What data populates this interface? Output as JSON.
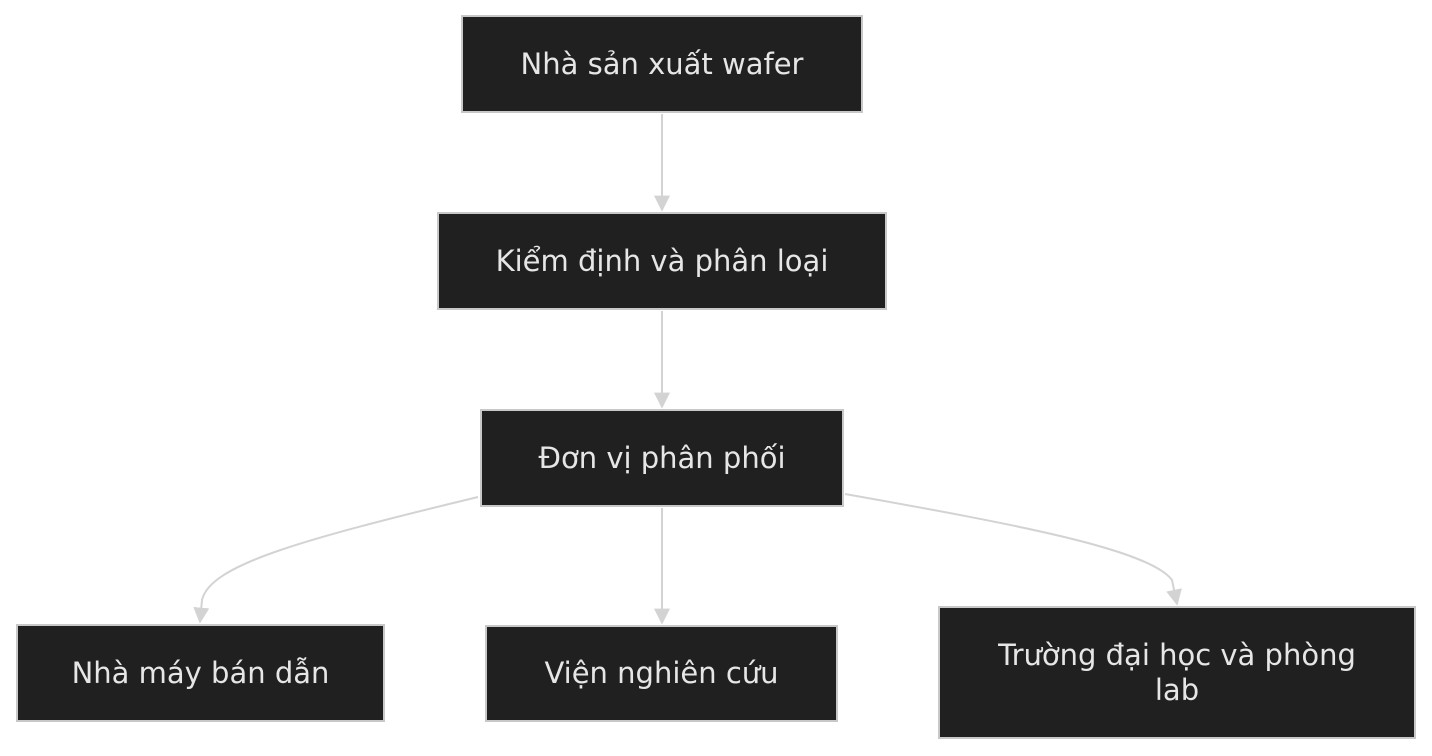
{
  "diagram": {
    "type": "flowchart",
    "colors": {
      "node_fill": "#202020",
      "node_border": "#c8c8c8",
      "node_text": "#e6e6e6",
      "edge": "#d3d3d3",
      "background": "#ffffff"
    },
    "nodes": {
      "wafer_maker": {
        "label": "Nhà sản xuất wafer"
      },
      "inspection": {
        "label": "Kiểm định và phân loại"
      },
      "distributor": {
        "label": "Đơn vị phân phối"
      },
      "fab": {
        "label": "Nhà máy bán dẫn"
      },
      "institute": {
        "label": "Viện nghiên cứu"
      },
      "university": {
        "label": "Trường đại học và phòng lab"
      }
    },
    "edges": [
      {
        "from": "wafer_maker",
        "to": "inspection"
      },
      {
        "from": "inspection",
        "to": "distributor"
      },
      {
        "from": "distributor",
        "to": "fab"
      },
      {
        "from": "distributor",
        "to": "institute"
      },
      {
        "from": "distributor",
        "to": "university"
      }
    ]
  }
}
